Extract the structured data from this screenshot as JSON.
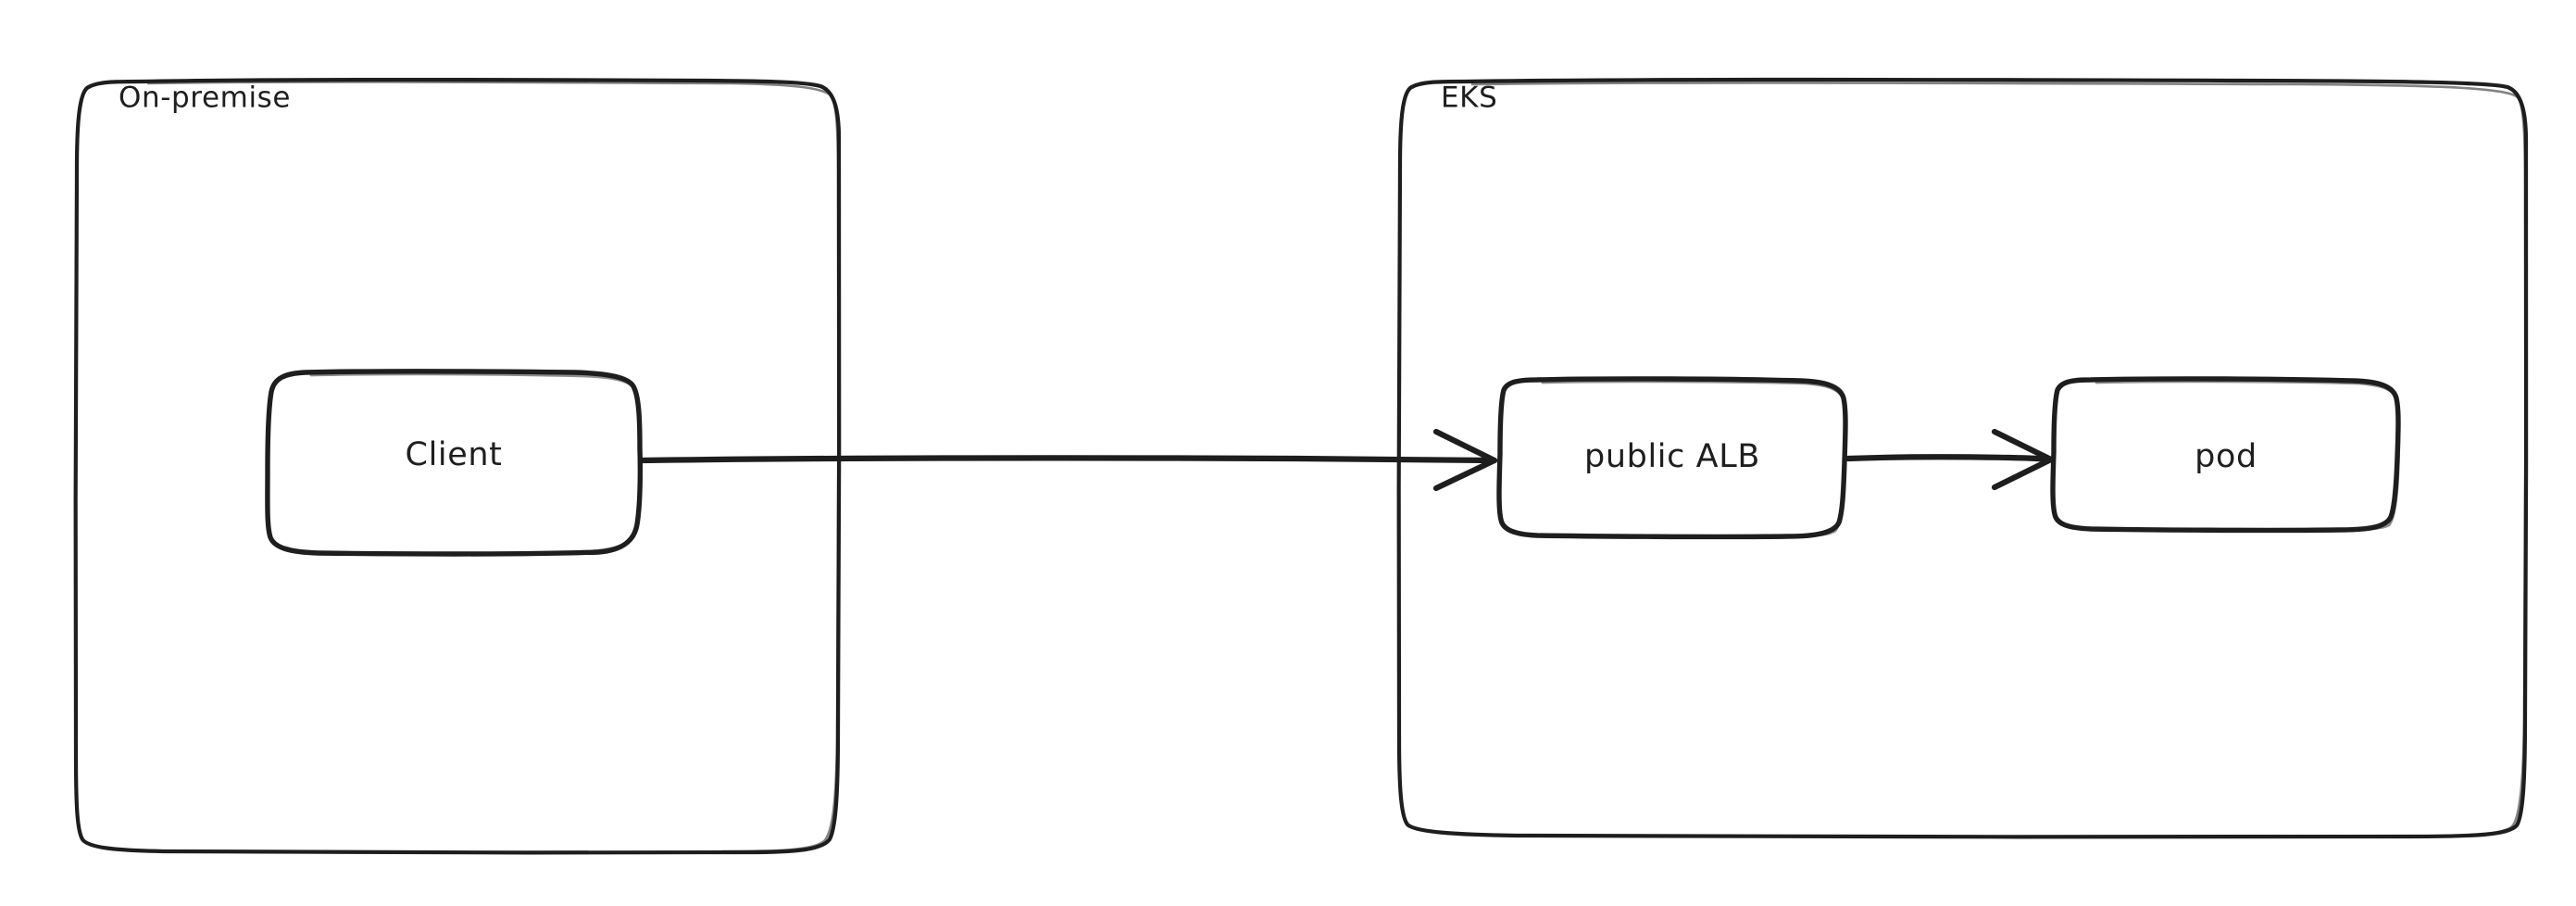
{
  "diagram": {
    "title": "On-premise client to EKS public ALB to pod",
    "style": "hand-drawn",
    "background_color": "#ffffff",
    "stroke_color": "#1e1e1e",
    "groups": [
      {
        "id": "on-premise",
        "label": "On-premise",
        "label_position": "top-left"
      },
      {
        "id": "eks",
        "label": "EKS",
        "label_position": "top-left"
      }
    ],
    "nodes": [
      {
        "id": "client",
        "label": "Client",
        "group": "on-premise",
        "shape": "rounded-rectangle"
      },
      {
        "id": "public-alb",
        "label": "public ALB",
        "group": "eks",
        "shape": "rounded-rectangle"
      },
      {
        "id": "pod",
        "label": "pod",
        "group": "eks",
        "shape": "rounded-rectangle"
      }
    ],
    "edges": [
      {
        "id": "client-to-alb",
        "from": "client",
        "to": "public-alb",
        "label": "",
        "arrowhead": "open-v",
        "direction": "forward"
      },
      {
        "id": "alb-to-pod",
        "from": "public-alb",
        "to": "pod",
        "label": "",
        "arrowhead": "open-v",
        "direction": "forward"
      }
    ]
  }
}
